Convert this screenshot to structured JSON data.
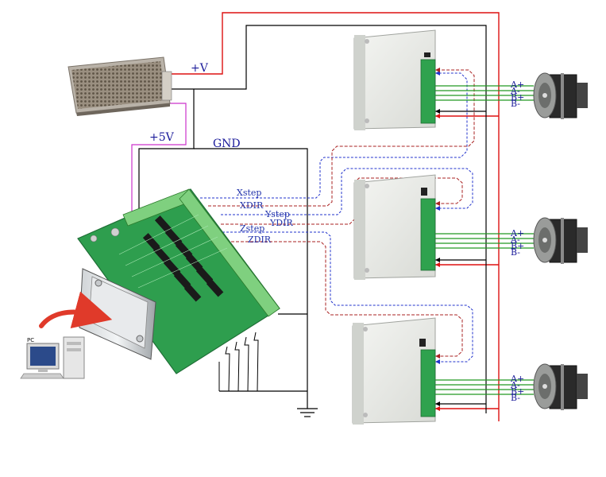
{
  "power": {
    "vplus_label": "+V",
    "v5_label": "+5V",
    "gnd_label": "GND"
  },
  "signals": {
    "xstep": "Xstep",
    "xdir": "XDIR",
    "ystep": "Ystep",
    "ydir": "YDIR",
    "zstep": "Zstep",
    "zdir": "ZDIR"
  },
  "computer": {
    "label": "PC"
  },
  "motors": [
    {
      "coils": [
        "A+",
        "A-",
        "B+",
        "B-"
      ]
    },
    {
      "coils": [
        "A+",
        "A-",
        "B+",
        "B-"
      ]
    },
    {
      "coils": [
        "A+",
        "A-",
        "B+",
        "B-"
      ]
    }
  ],
  "colors": {
    "vplus_wire": "#dd1111",
    "gnd_wire": "#000000",
    "v5_wire": "#cc33cc",
    "step_wire": "#2233cc",
    "dir_wire": "#aa2222",
    "coil_wire": "#229922",
    "pcb": "#2e9e4e",
    "driver": "#e6e8e4"
  },
  "icons": {
    "power_supply": "power-supply-icon",
    "breakout_board": "breakout-board-icon",
    "driver": "stepper-driver-icon",
    "motor": "stepper-motor-icon",
    "ground": "ground-symbol-icon",
    "pc": "desktop-pc-icon",
    "arrow": "curved-arrow-icon"
  }
}
